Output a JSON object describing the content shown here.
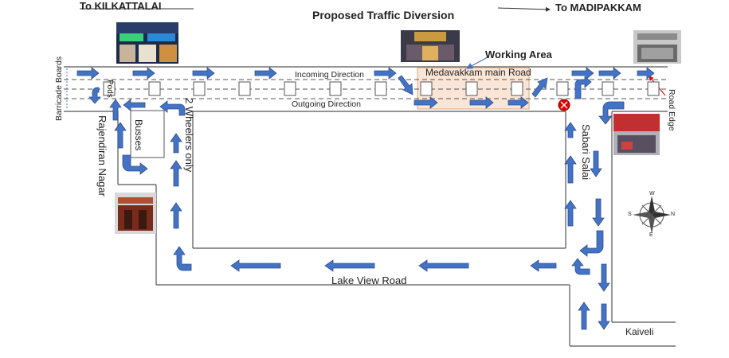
{
  "title": "Proposed Traffic Diversion",
  "directions": {
    "left": "To KILKATTALAI",
    "right": "To MADIPAKKAM"
  },
  "labels": {
    "working_area": "Working Area",
    "main_road": "Medavakkam main Road",
    "incoming": "Incoming Direction",
    "outgoing": "Outgoing Direction",
    "barricade": "Barricade Boards",
    "road_edge": "Road Edge",
    "rajendiran": "Rajendiran Nagar",
    "busses": "Busses",
    "pods": "Pods",
    "two_wheelers": "2 Wheelers only",
    "sabari": "Sabari Salai",
    "lake_view": "Lake View Road",
    "kaiveli": "Kaiveli"
  },
  "compass": {
    "n": "N",
    "s": "S",
    "e": "E",
    "w": "W"
  },
  "colors": {
    "arrow_fill": "#4472c4",
    "arrow_stroke": "#2f528f",
    "road_line": "#555555",
    "working_area_fill": "#fbe5d6",
    "working_area_stroke": "#d9a87c",
    "marker_red": "#e00000"
  }
}
